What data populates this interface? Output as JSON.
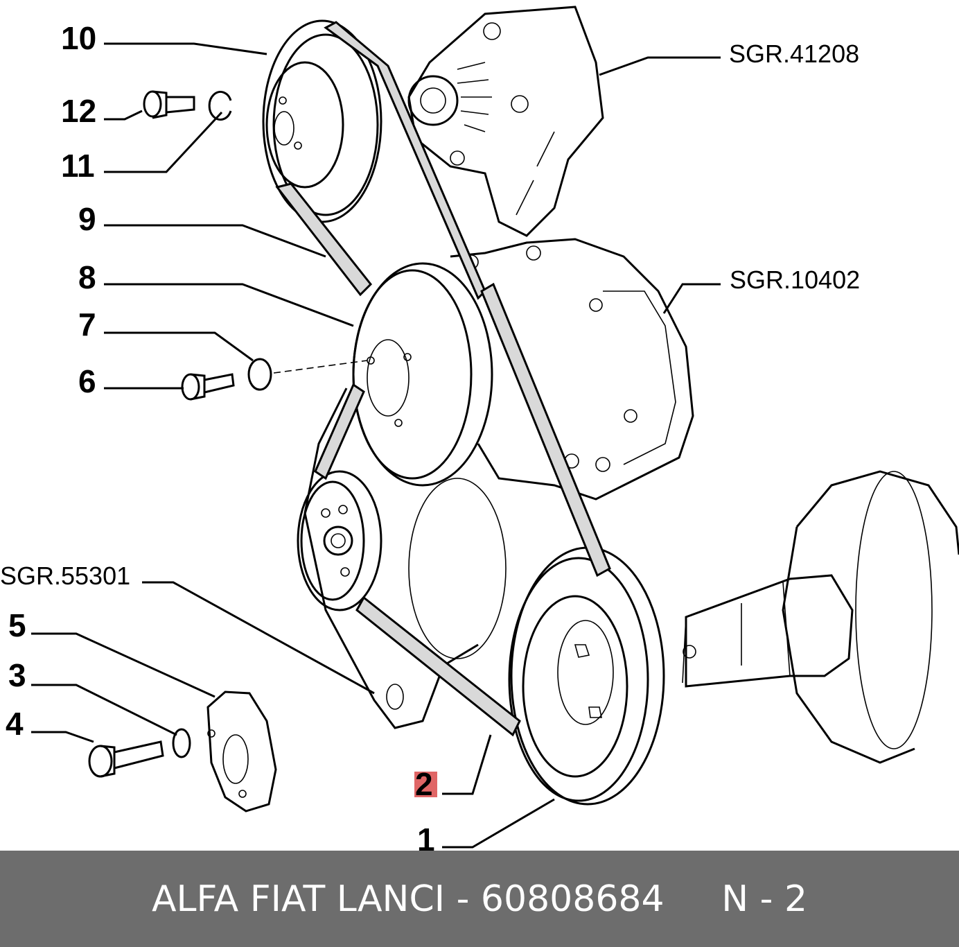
{
  "callouts": [
    {
      "id": "10",
      "label": "10"
    },
    {
      "id": "12",
      "label": "12"
    },
    {
      "id": "11",
      "label": "11"
    },
    {
      "id": "9",
      "label": "9"
    },
    {
      "id": "8",
      "label": "8"
    },
    {
      "id": "7",
      "label": "7"
    },
    {
      "id": "6",
      "label": "6"
    },
    {
      "id": "5",
      "label": "5"
    },
    {
      "id": "3",
      "label": "3"
    },
    {
      "id": "4",
      "label": "4"
    },
    {
      "id": "2",
      "label": "2",
      "highlight": true,
      "highlight_color": "#e06666"
    },
    {
      "id": "1",
      "label": "1"
    }
  ],
  "references": {
    "alternator": "SGR.41208",
    "engine_block": "SGR.10402",
    "water_pump": "SGR.55301"
  },
  "footer": {
    "text": "ALFA FIAT LANCI - 60808684     N - 2",
    "background": "#6d6d6d",
    "color": "#ffffff"
  }
}
